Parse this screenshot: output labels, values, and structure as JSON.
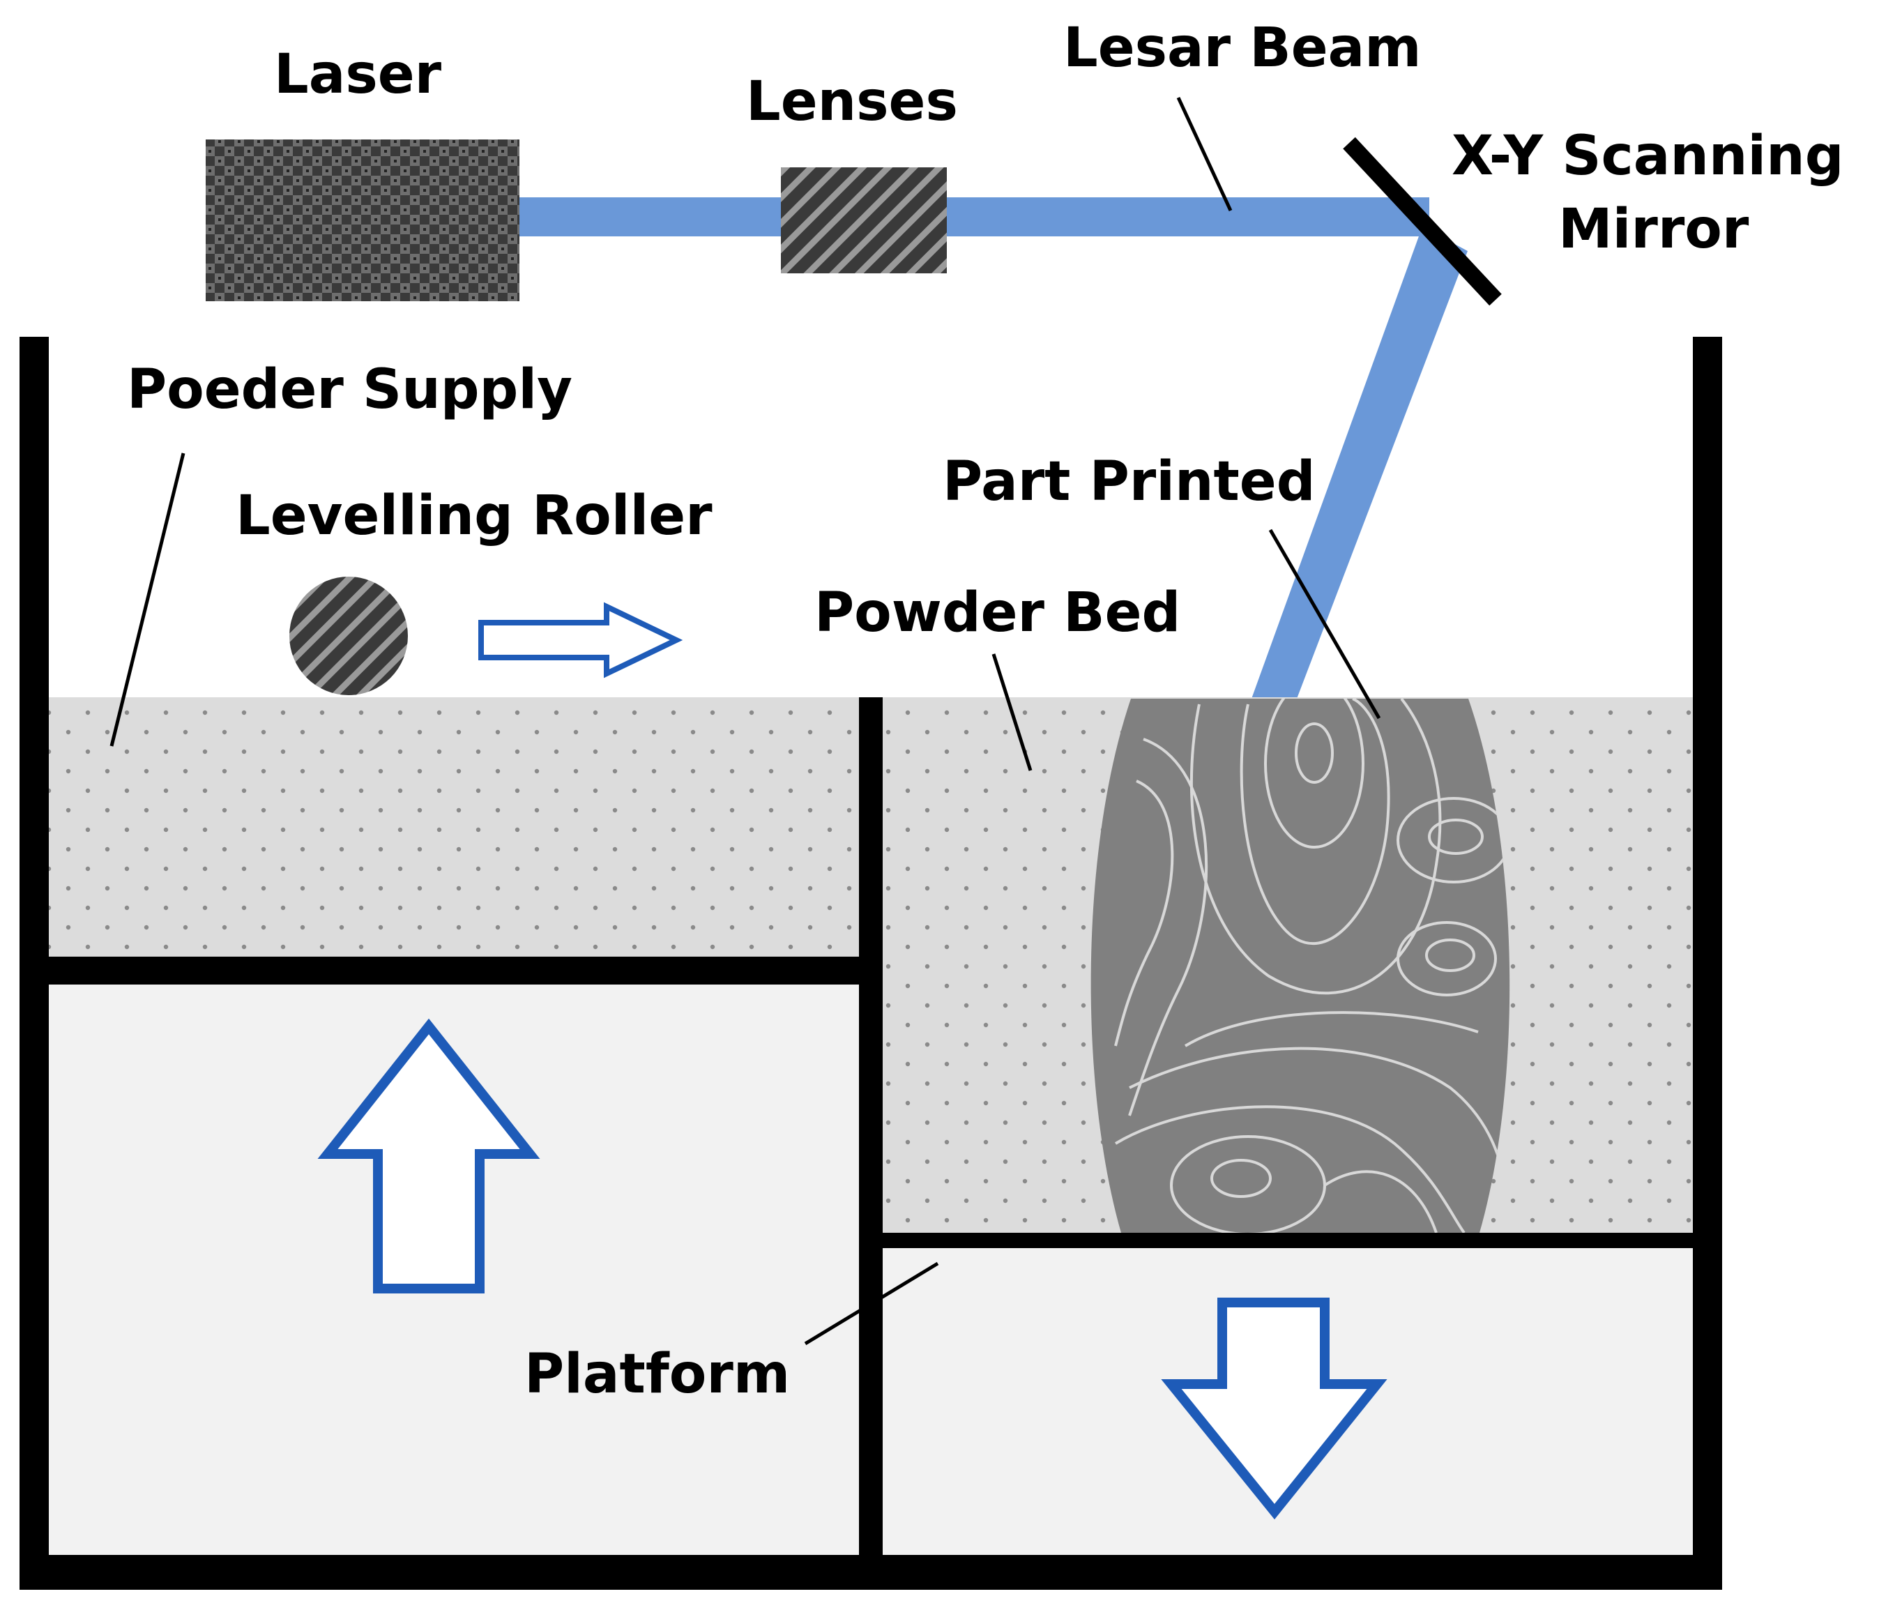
{
  "labels": {
    "laser": "Laser",
    "lenses": "Lenses",
    "laser_beam": "Lesar Beam",
    "mirror_line1": "X-Y Scanning",
    "mirror_line2": "Mirror",
    "powder_supply": "Poeder Supply",
    "levelling_roller": "Levelling Roller",
    "part_printed": "Part Printed",
    "powder_bed": "Powder Bed",
    "platform": "Platform"
  },
  "colors": {
    "beam": "#6a98d8",
    "arrow": "#1e5bb8",
    "powder": "#dcdcdc",
    "powder_dot": "#8a8a8a",
    "platform": "#f2f2f2",
    "part": "#808080",
    "part_contour": "#d8d8d8",
    "wall": "#000000",
    "device": "#3c3c3c"
  },
  "icons": {
    "up_arrow": "arrow-up-icon",
    "down_arrow": "arrow-down-icon",
    "roller_arrow": "arrow-right-icon"
  }
}
